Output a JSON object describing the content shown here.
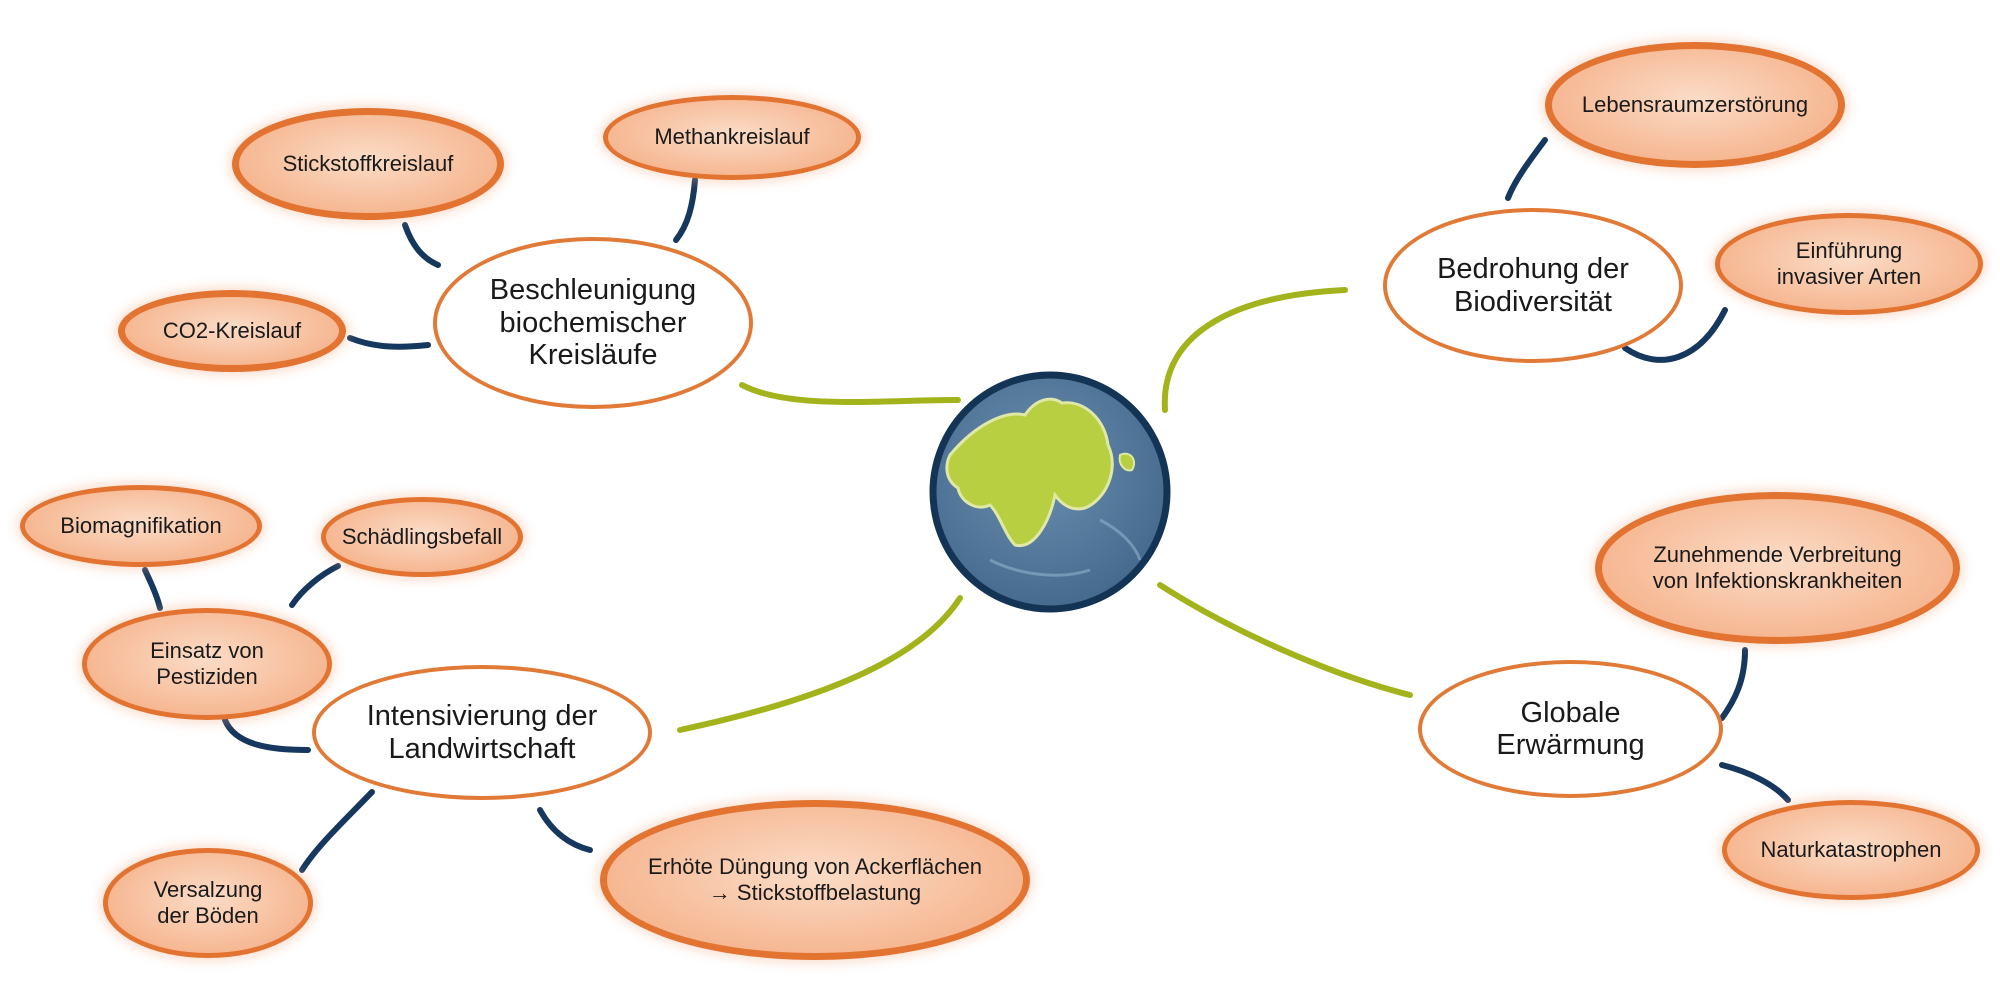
{
  "colors": {
    "main_branch": "#a3b31b",
    "sub_branch": "#17385e",
    "node_border": "#e07a36",
    "ocean": "#4f7396",
    "land": "#b9cf42",
    "globe_outline": "#143456"
  },
  "center": {
    "icon": "globe-icon"
  },
  "branches": {
    "biochem": {
      "label": "Beschleunigung\nbiochemischer\nKreisläufe",
      "children": [
        "Stickstoffkreislauf",
        "Methankreislauf",
        "CO2-Kreislauf"
      ]
    },
    "biodiv": {
      "label": "Bedrohung der\nBiodiversität",
      "children": [
        "Lebensraumzerstörung",
        "Einführung\ninvasiver Arten"
      ]
    },
    "agri": {
      "label": "Intensivierung der\nLandwirtschaft",
      "children": [
        "Einsatz von\nPestiziden",
        "Versalzung\nder Böden",
        "Erhöte Düngung von Ackerflächen\n→ Stickstoffbelastung"
      ]
    },
    "pesticide_children": [
      "Biomagnifikation",
      "Schädlingsbefall"
    ],
    "warming": {
      "label": "Globale\nErwärmung",
      "children": [
        "Zunehmende Verbreitung\nvon Infektionskrankheiten",
        "Naturkatastrophen"
      ]
    }
  }
}
